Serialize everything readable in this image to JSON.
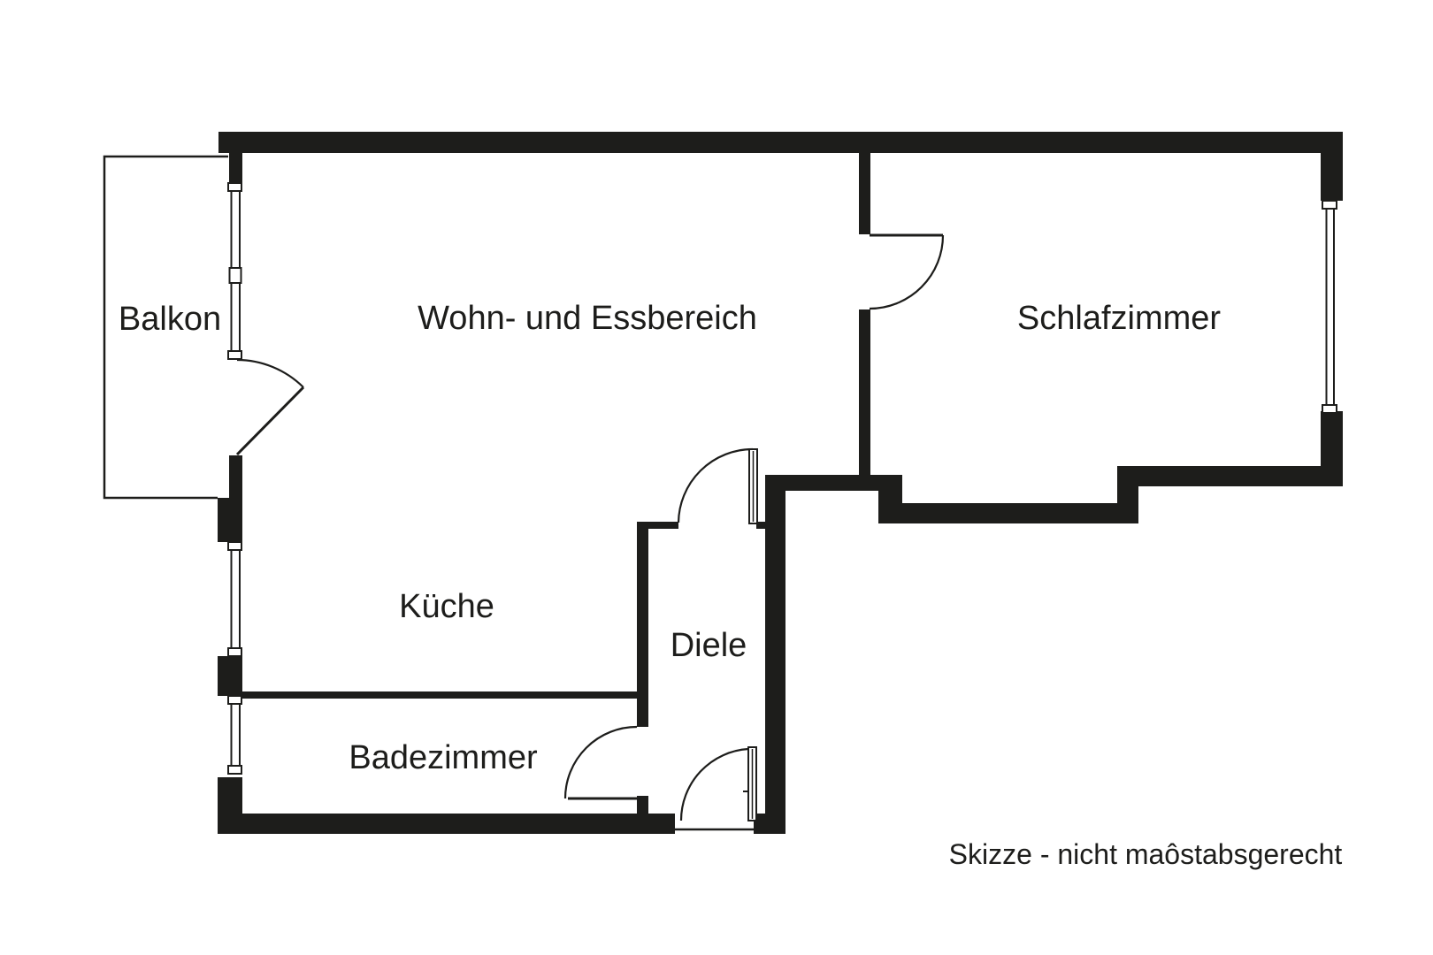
{
  "title": "Apartment floor plan sketch",
  "colors": {
    "ink": "#1d1d1b",
    "background": "#ffffff"
  },
  "rooms": [
    {
      "id": "balkon",
      "label": "Balkon"
    },
    {
      "id": "wohn_essbereich",
      "label": "Wohn- und Essbereich"
    },
    {
      "id": "schlafzimmer",
      "label": "Schlafzimmer"
    },
    {
      "id": "kueche",
      "label": "Küche"
    },
    {
      "id": "diele",
      "label": "Diele"
    },
    {
      "id": "badezimmer",
      "label": "Badezimmer"
    }
  ],
  "caption": "Skizze - nicht maôstabsgerecht",
  "windows": [
    {
      "name": "living-room-window"
    },
    {
      "name": "kitchen-window"
    },
    {
      "name": "bathroom-window"
    },
    {
      "name": "bedroom-window"
    }
  ],
  "doors": [
    {
      "name": "balcony-door"
    },
    {
      "name": "bedroom-door"
    },
    {
      "name": "living-hall-door"
    },
    {
      "name": "bathroom-door"
    },
    {
      "name": "entrance-door"
    }
  ]
}
